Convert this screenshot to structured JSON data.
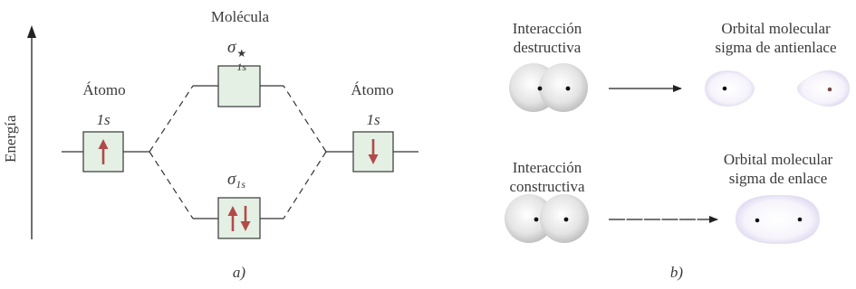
{
  "panel_a": {
    "title": "Molécula",
    "axis_label": "Energía",
    "left_atom_label": "Átomo",
    "right_atom_label": "Átomo",
    "left_orbital": "1s",
    "right_orbital": "1s",
    "antibonding_symbol": "σ",
    "antibonding_subscript": "1s",
    "antibonding_star": "★",
    "bonding_symbol": "σ",
    "bonding_subscript": "1s",
    "caption": "a)",
    "colors": {
      "box_fill": "#e3f0e3",
      "box_stroke": "#444444",
      "arrow": "#b24a4a"
    }
  },
  "panel_b": {
    "top_left_label": [
      "Interacción",
      "destructiva"
    ],
    "top_right_label": [
      "Orbital molecular",
      "sigma de antienlace"
    ],
    "bottom_left_label": [
      "Interacción",
      "constructiva"
    ],
    "bottom_right_label": [
      "Orbital molecular",
      "sigma de enlace"
    ],
    "caption": "b)",
    "colors": {
      "sphere": "#cfcfcf",
      "orbital_tint": "#e8e4f4"
    }
  }
}
